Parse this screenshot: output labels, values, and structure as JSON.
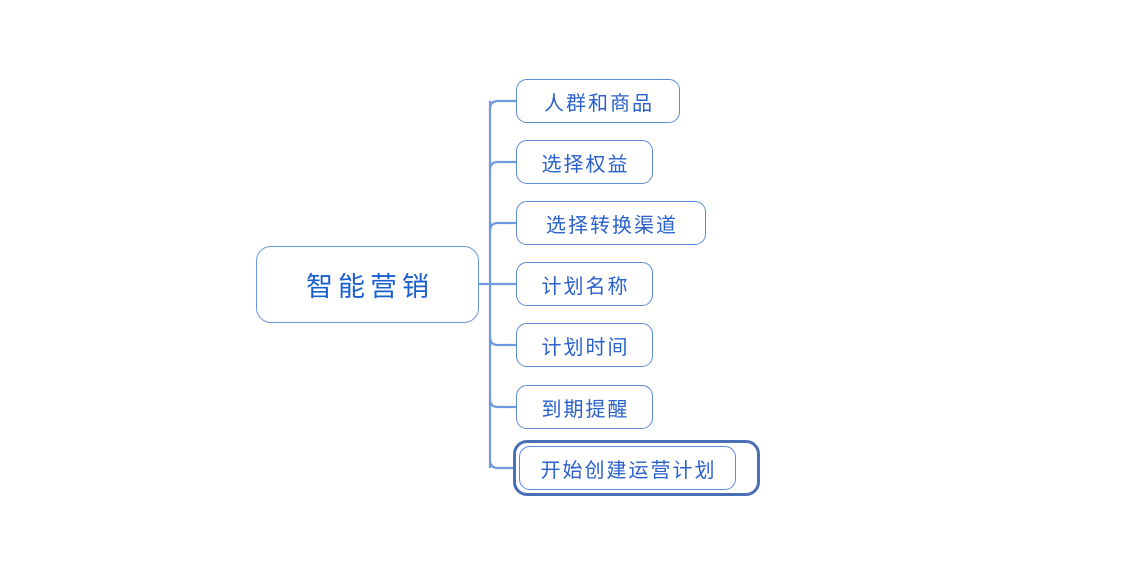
{
  "diagram": {
    "type": "mind-map",
    "title": "智能营销",
    "orientation": "left-to-right",
    "colors": {
      "node_border": "#5b8ad6",
      "node_text": "#2a61cc",
      "root_text": "#1a5fd0",
      "connector": "#6f9ade",
      "selection_ring": "#4a6fb5",
      "background": "#ffffff"
    },
    "root": {
      "label": "智能营销",
      "id": "root-node"
    },
    "children": [
      {
        "id": "child-0",
        "label": "人群和商品",
        "selected": false
      },
      {
        "id": "child-1",
        "label": "选择权益",
        "selected": false
      },
      {
        "id": "child-2",
        "label": "选择转换渠道",
        "selected": false
      },
      {
        "id": "child-3",
        "label": "计划名称",
        "selected": false
      },
      {
        "id": "child-4",
        "label": "计划时间",
        "selected": false
      },
      {
        "id": "child-5",
        "label": "到期提醒",
        "selected": false
      },
      {
        "id": "child-6",
        "label": "开始创建运营计划",
        "selected": true
      }
    ]
  }
}
